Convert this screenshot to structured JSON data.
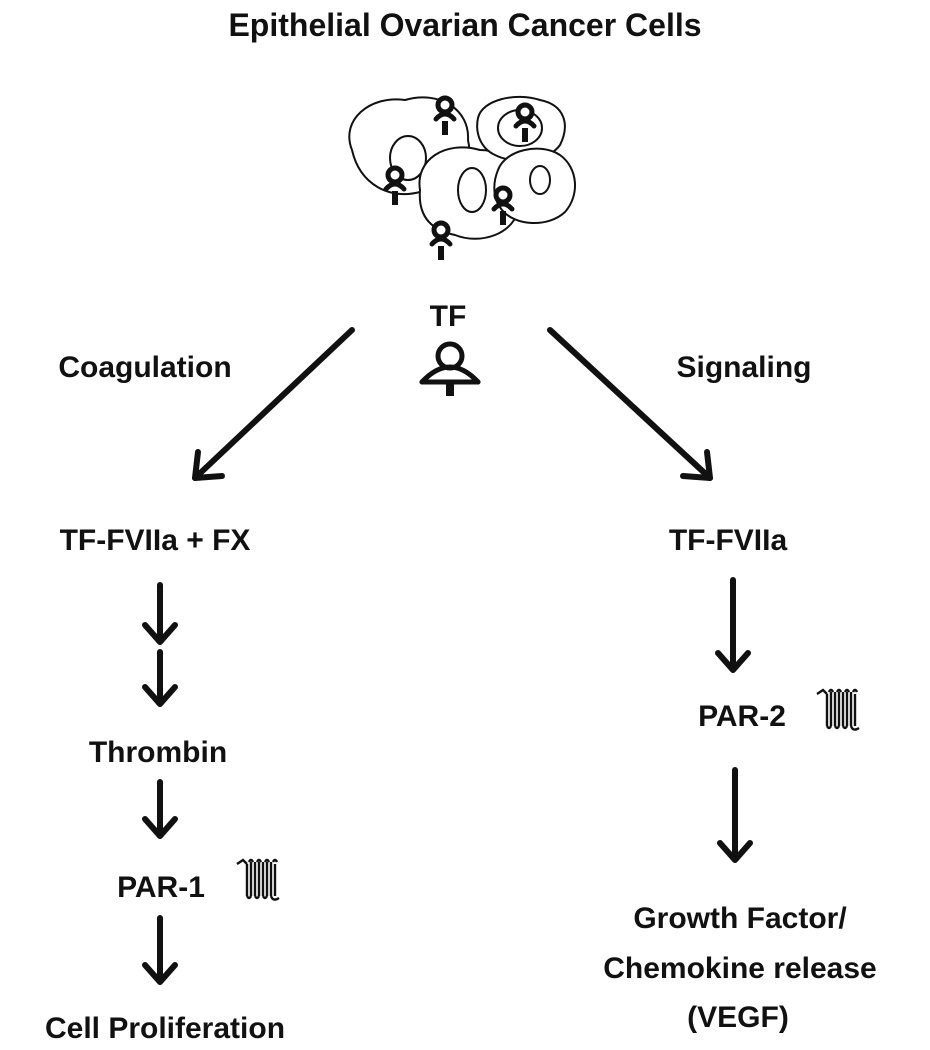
{
  "diagram": {
    "title": "Epithelial Ovarian Cancer Cells",
    "center": {
      "tf_label": "TF"
    },
    "left_branch": {
      "label": "Coagulation",
      "steps": [
        "TF-FVIIa + FX",
        "Thrombin",
        "PAR-1",
        "Cell Proliferation"
      ]
    },
    "right_branch": {
      "label": "Signaling",
      "steps": [
        "TF-FVIIa",
        "PAR-2",
        "Growth Factor/",
        "Chemokine release",
        "(VEGF)"
      ]
    },
    "icons": [
      "tissue-factor-icon",
      "par-receptor-icon",
      "cancer-cell-icon"
    ],
    "colors": {
      "ink": "#111111",
      "background": "#ffffff"
    }
  }
}
